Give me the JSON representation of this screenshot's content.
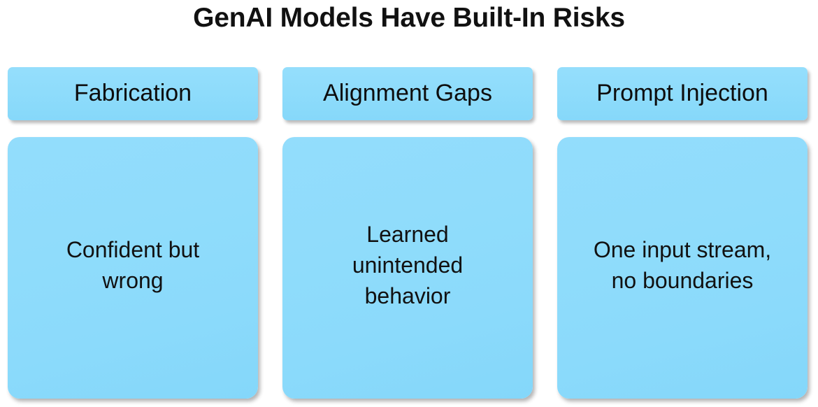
{
  "slide": {
    "title": "GenAI Models Have Built-In Risks",
    "background_color": "#FFFFFF",
    "title_color": "#111111",
    "accent_color": "#8FDCFB",
    "card_text_color": "#111111"
  },
  "columns": [
    {
      "header": "Fabrication",
      "body_lines": [
        "Confident but",
        "wrong"
      ],
      "body_text": "Confident but wrong"
    },
    {
      "header": "Alignment Gaps",
      "body_lines": [
        "Learned",
        "unintended",
        "behavior"
      ],
      "body_text": "Learned unintended behavior"
    },
    {
      "header": "Prompt Injection",
      "body_lines": [
        "One input stream,",
        "no boundaries"
      ],
      "body_text": "One input stream, no boundaries"
    }
  ]
}
